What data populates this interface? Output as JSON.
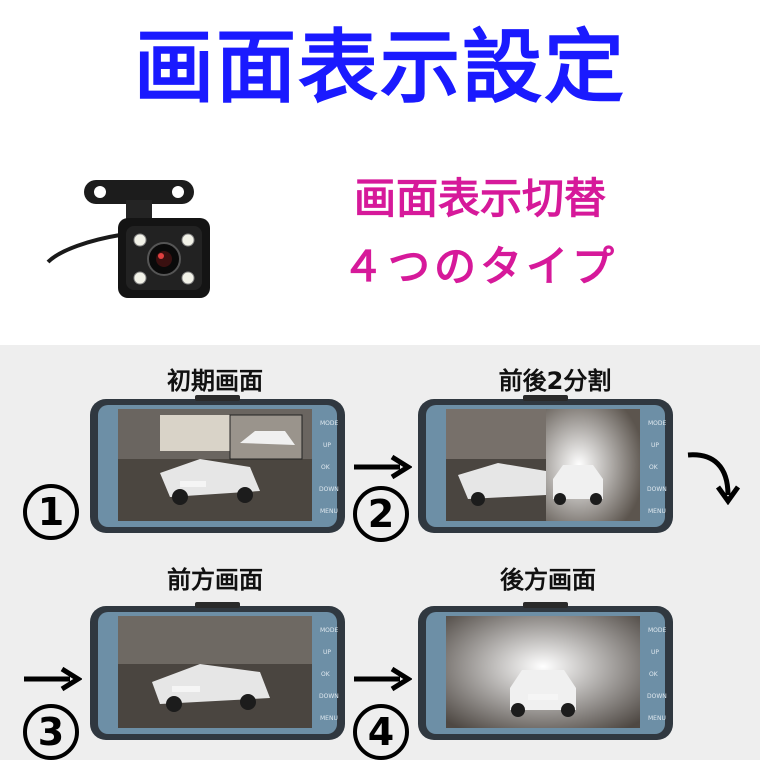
{
  "header": {
    "title": "画面表示設定",
    "title_color": "#1a1aff"
  },
  "intro": {
    "line1": "画面表示切替",
    "line2": "４つのタイプ",
    "accent_color": "#d6199a"
  },
  "panels": [
    {
      "number": "1",
      "label": "初期画面"
    },
    {
      "number": "2",
      "label": "前後2分割"
    },
    {
      "number": "3",
      "label": "前方画面"
    },
    {
      "number": "4",
      "label": "後方画面"
    }
  ],
  "device_buttons": [
    "MODE",
    "UP",
    "OK",
    "DOWN",
    "MENU"
  ]
}
